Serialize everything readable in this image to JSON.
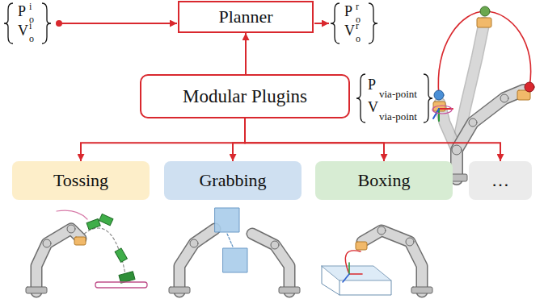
{
  "diagram": {
    "nodes": [
      {
        "text": [
          "Planner"
        ]
      },
      {
        "text": [
          "Modular Plugins"
        ]
      },
      {
        "text": [
          "Tossing"
        ]
      },
      {
        "text": [
          "Grabbing"
        ]
      },
      {
        "text": [
          "Boxing"
        ]
      },
      {
        "text": [
          "…"
        ]
      }
    ],
    "edges": [
      {
        "from": 1,
        "to": 0,
        "arrow": "to"
      },
      {
        "from": 1,
        "to": 2,
        "arrow": "to"
      },
      {
        "from": 1,
        "to": 3,
        "arrow": "to"
      },
      {
        "from": 1,
        "to": 4,
        "arrow": "to"
      },
      {
        "from": 1,
        "to": 5,
        "arrow": "to"
      }
    ],
    "labels": [
      "P",
      "i",
      "o",
      "V",
      "i",
      "o",
      "P",
      "r",
      "o",
      "V",
      "r",
      "o",
      "P",
      "via-point",
      "V",
      "via-point"
    ]
  }
}
